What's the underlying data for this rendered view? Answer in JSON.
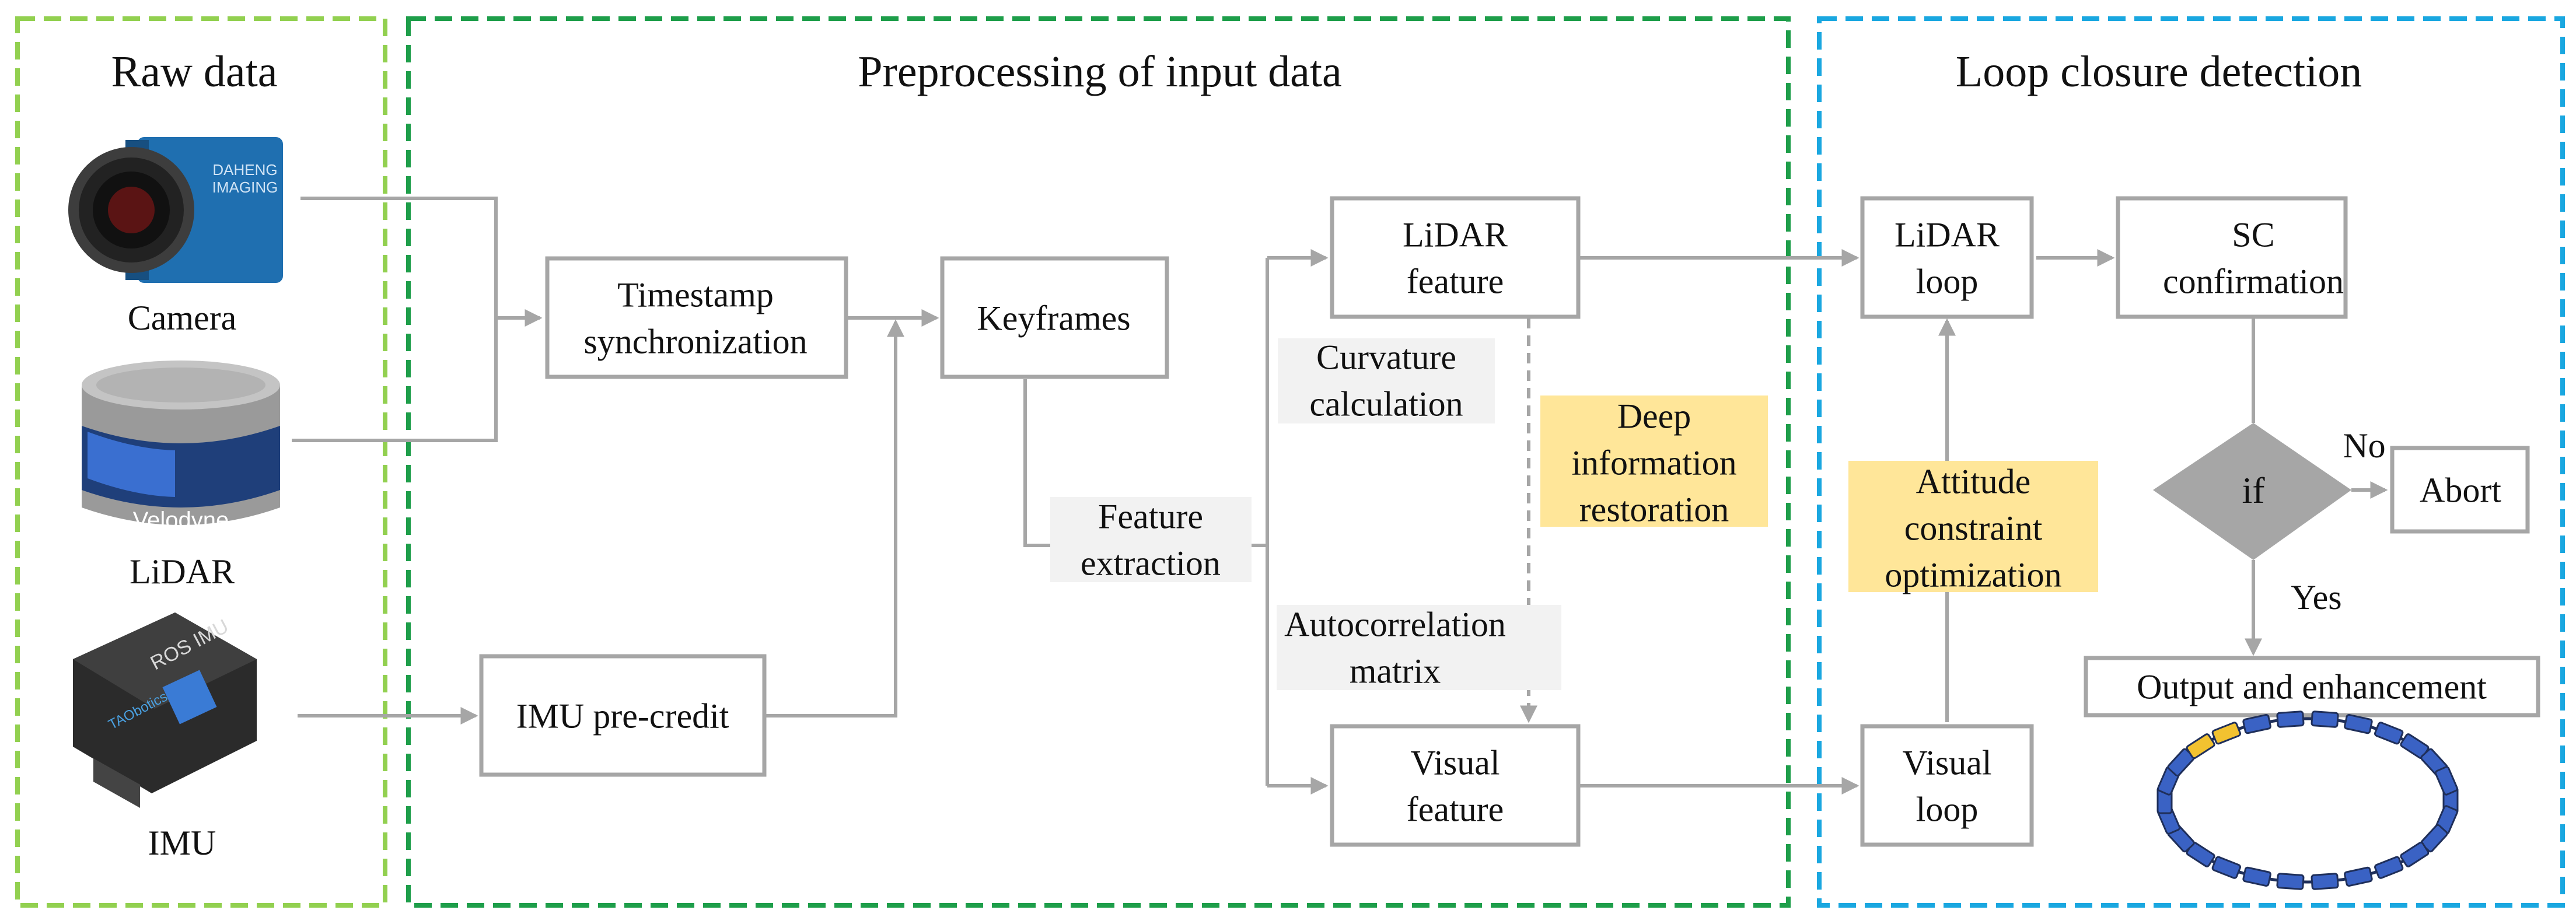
{
  "sections": {
    "raw": {
      "title": "Raw data",
      "color": "#92d050"
    },
    "pre": {
      "title": "Preprocessing of input data",
      "color": "#1e9e4a"
    },
    "loop": {
      "title": "Loop closure detection",
      "color": "#1aa7e0"
    }
  },
  "sensors": {
    "camera": "Camera",
    "lidar": "LiDAR",
    "lidar_brand": "Velodyne",
    "imu": "IMU",
    "imu_device": "ROS IMU",
    "imu_brand": "TAObotics"
  },
  "nodes": {
    "timestamp": [
      "Timestamp",
      "synchronization"
    ],
    "keyframes": [
      "Keyframes"
    ],
    "imu_pre": [
      "IMU pre-credit"
    ],
    "lidar_feature": [
      "LiDAR",
      "feature"
    ],
    "visual_feature": [
      "Visual",
      "feature"
    ],
    "lidar_loop": [
      "LiDAR",
      "loop"
    ],
    "visual_loop": [
      "Visual",
      "loop"
    ],
    "sc_confirm": [
      "SC",
      "confirmation"
    ],
    "abort": [
      "Abort"
    ],
    "output": [
      "Output and  enhancement"
    ]
  },
  "labels": {
    "feature_extraction": [
      "Feature",
      "extraction"
    ],
    "curvature": [
      "Curvature",
      "calculation"
    ],
    "autocorrelation": [
      "Autocorrelation",
      "matrix"
    ],
    "deep_info": [
      "Deep",
      "information",
      "restoration"
    ],
    "attitude": [
      "Attitude",
      "constraint",
      "optimization"
    ]
  },
  "decision": {
    "label": "if",
    "no": "No",
    "yes": "Yes"
  },
  "colors": {
    "box_border": "#a6a6a6",
    "arrow": "#a6a6a6",
    "label_gray_bg": "#f2f2f2",
    "label_yellow_bg": "#ffe699",
    "diamond": "#a6a6a6",
    "pose_node": "#3a62c4",
    "pose_node_highlight": "#f2c230"
  }
}
